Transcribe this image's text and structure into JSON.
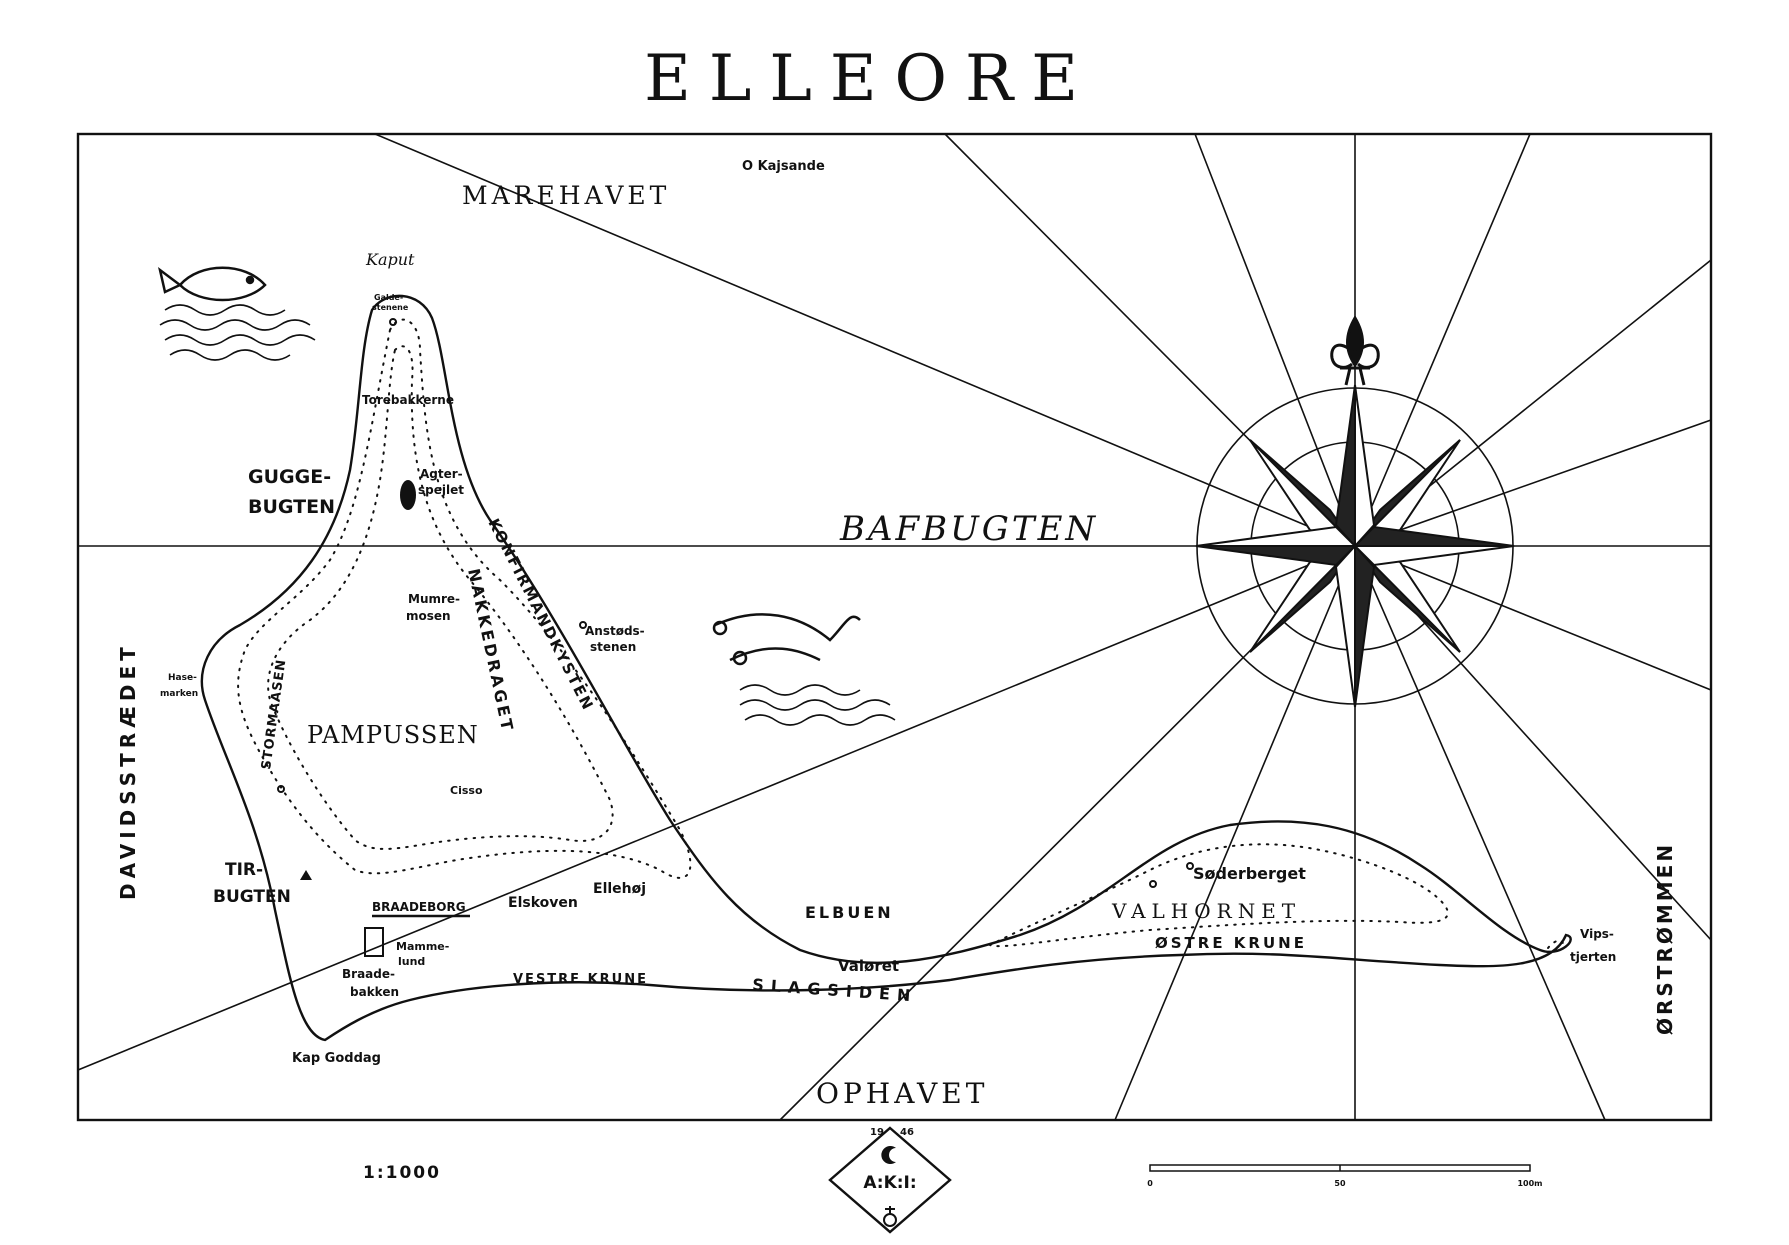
{
  "map": {
    "title": "ELLEORE",
    "scale_text": "1:1000",
    "seas": {
      "marehavet": "MAREHAVET",
      "bafbugten": "BAFBUGTEN",
      "ophavet": "OPHAVET",
      "davidsstraedet": "DAVIDSSTRÆDET",
      "orstrommen": "ØRSTRØMMEN",
      "guggebugten_1": "GUGGE-",
      "guggebugten_2": "BUGTEN",
      "tirbugten_1": "TIR-",
      "tirbugten_2": "BUGTEN"
    },
    "places": {
      "kajsande": "O Kajsande",
      "kaput": "Kaput",
      "galdestenene_1": "Galde-",
      "galdestenene_2": "stenene",
      "torebakkerne": "Torebakkerne",
      "agterspejlet_1": "Agter-",
      "agterspejlet_2": "spejlet",
      "konfirmandkysten": "KONFIRMANDKYSTEN",
      "nakkedraget": "NAKKEDRAGET",
      "mumremosen_1": "Mumre-",
      "mumremosen_2": "mosen",
      "anstodsstenen_1": "Anstøds-",
      "anstodsstenen_2": "stenen",
      "hasemarken_1": "Hase-",
      "hasemarken_2": "marken",
      "stormaasen": "STORMAASEN",
      "pampussen": "PAMPUSSEN",
      "cisso": "Cisso",
      "braadeborg": "BRAADEBORG",
      "mammelund_1": "Mamme-",
      "mammelund_2": "lund",
      "braadebakken_1": "Braade-",
      "braadebakken_2": "bakken",
      "elskoven": "Elskoven",
      "ellehoj": "Ellehøj",
      "elbuen": "ELBUEN",
      "valoret": "Valøret",
      "vestre_krune": "VESTRE KRUNE",
      "slagsiden": "SLAGSIDEN",
      "kap_goddag": "Kap Goddag",
      "soderberget": "Søderberget",
      "valhornet": "VALHORNET",
      "ostre_krune": "ØSTRE KRUNE",
      "vipstjerten_1": "Vips-",
      "vipstjerten_2": "tjerten"
    },
    "emblem": {
      "year_left": "19",
      "year_right": "46",
      "monogram": "A:K:I:"
    },
    "scalebar": {
      "start": "0",
      "mid": "50",
      "end": "100m"
    }
  }
}
